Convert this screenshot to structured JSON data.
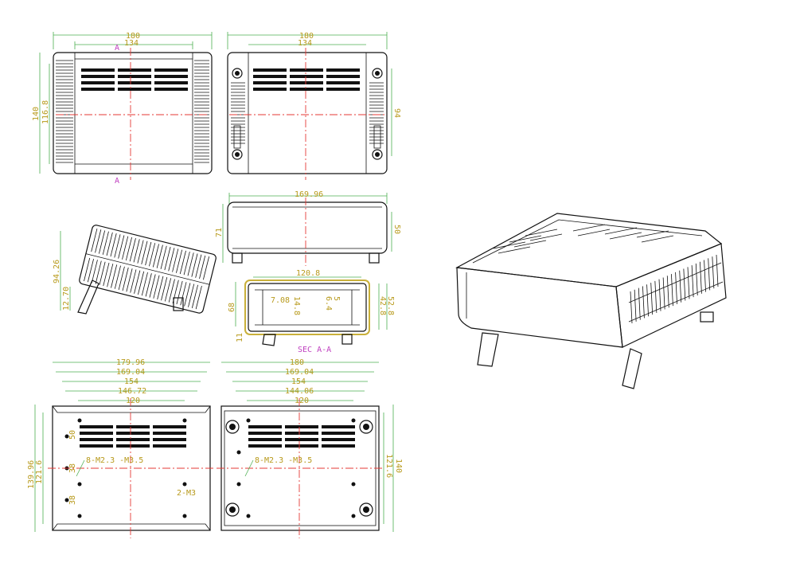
{
  "colors": {
    "outline": "#111111",
    "dimension": "#4caf50",
    "text": "#b89a1c",
    "centerline": "#e53935",
    "section": "#c040c0"
  },
  "top_left": {
    "w_total": "180",
    "w_inner": "134",
    "h_total": "140",
    "h_inner": "116.8",
    "sec_top": "A",
    "sec_bot": "A"
  },
  "top_right": {
    "w_total": "180",
    "w_inner": "134",
    "h_side": "94"
  },
  "side_view": {
    "h1": "94.26",
    "h2": "12.70"
  },
  "front_view": {
    "w": "169.96",
    "h": "71",
    "h2": "50"
  },
  "section_view": {
    "w": "120.8",
    "h_left": "68",
    "foot": "11",
    "d1": "7.08",
    "d2": "14.8",
    "d3": "6.4",
    "d4": "5",
    "h_r1": "42.8",
    "h_r2": "52.8",
    "label": "SEC A-A"
  },
  "bottom_left": {
    "w1": "179.96",
    "w2": "169.04",
    "w3": "154",
    "w4": "146.72",
    "w5": "120",
    "h1": "139.96",
    "h2": "121.6",
    "v1": "50",
    "v2": "38",
    "v3": "38",
    "holes": "8-M2.3 -M3.5",
    "screw": "2-M3"
  },
  "bottom_right": {
    "w1": "180",
    "w2": "169.04",
    "w3": "154",
    "w4": "144.06",
    "w5": "120",
    "h1": "121.6",
    "h2": "140",
    "holes": "8-M2.3 -M3.5"
  }
}
